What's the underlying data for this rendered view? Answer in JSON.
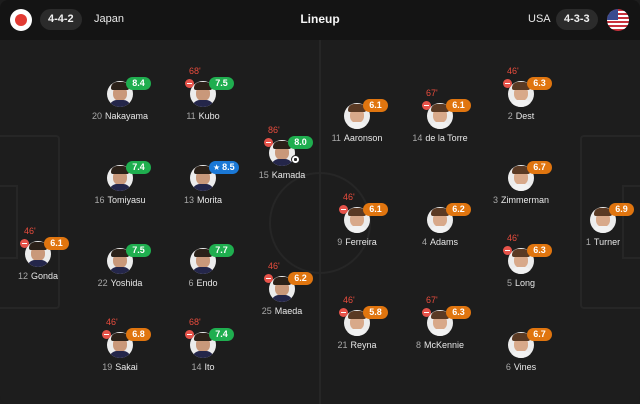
{
  "header": {
    "title": "Lineup",
    "home": {
      "name": "Japan",
      "formation": "4-4-2",
      "flag": "japan-flag"
    },
    "away": {
      "name": "USA",
      "formation": "4-3-3",
      "flag": "usa-flag"
    }
  },
  "colors": {
    "rating_high": "#1fae4f",
    "rating_mid": "#e0750f",
    "rating_top": "#1a78d6",
    "sub_off": "#e6534a"
  },
  "players": [
    {
      "id": "gonda",
      "number": "12",
      "name": "Gonda",
      "rating": "6.1",
      "tier": "orange",
      "sub_minute": "46'",
      "team": "home"
    },
    {
      "id": "nakayama",
      "number": "20",
      "name": "Nakayama",
      "rating": "8.4",
      "tier": "green",
      "team": "home"
    },
    {
      "id": "tomiyasu",
      "number": "16",
      "name": "Tomiyasu",
      "rating": "7.4",
      "tier": "green",
      "team": "home"
    },
    {
      "id": "yoshida",
      "number": "22",
      "name": "Yoshida",
      "rating": "7.5",
      "tier": "green",
      "team": "home"
    },
    {
      "id": "sakai",
      "number": "19",
      "name": "Sakai",
      "rating": "6.8",
      "tier": "orange",
      "sub_minute": "46'",
      "team": "home"
    },
    {
      "id": "kubo",
      "number": "11",
      "name": "Kubo",
      "rating": "7.5",
      "tier": "green",
      "sub_minute": "68'",
      "team": "home"
    },
    {
      "id": "morita",
      "number": "13",
      "name": "Morita",
      "rating": "8.5",
      "tier": "blue",
      "star": true,
      "team": "home"
    },
    {
      "id": "endo",
      "number": "6",
      "name": "Endo",
      "rating": "7.7",
      "tier": "green",
      "team": "home"
    },
    {
      "id": "ito",
      "number": "14",
      "name": "Ito",
      "rating": "7.4",
      "tier": "green",
      "sub_minute": "68'",
      "team": "home"
    },
    {
      "id": "kamada",
      "number": "15",
      "name": "Kamada",
      "rating": "8.0",
      "tier": "green",
      "sub_minute": "86'",
      "goal": true,
      "team": "home"
    },
    {
      "id": "maeda",
      "number": "25",
      "name": "Maeda",
      "rating": "6.2",
      "tier": "orange",
      "sub_minute": "46'",
      "team": "home"
    },
    {
      "id": "aaronson",
      "number": "11",
      "name": "Aaronson",
      "rating": "6.1",
      "tier": "orange",
      "team": "away"
    },
    {
      "id": "ferreira",
      "number": "9",
      "name": "Ferreira",
      "rating": "6.1",
      "tier": "orange",
      "sub_minute": "46'",
      "team": "away"
    },
    {
      "id": "reyna",
      "number": "21",
      "name": "Reyna",
      "rating": "5.8",
      "tier": "orange",
      "sub_minute": "46'",
      "team": "away"
    },
    {
      "id": "delatorre",
      "number": "14",
      "name": "de la Torre",
      "rating": "6.1",
      "tier": "orange",
      "sub_minute": "67'",
      "team": "away"
    },
    {
      "id": "adams",
      "number": "4",
      "name": "Adams",
      "rating": "6.2",
      "tier": "orange",
      "team": "away"
    },
    {
      "id": "mckennie",
      "number": "8",
      "name": "McKennie",
      "rating": "6.3",
      "tier": "orange",
      "sub_minute": "67'",
      "team": "away"
    },
    {
      "id": "dest",
      "number": "2",
      "name": "Dest",
      "rating": "6.3",
      "tier": "orange",
      "sub_minute": "46'",
      "team": "away"
    },
    {
      "id": "zimmerman",
      "number": "3",
      "name": "Zimmerman",
      "rating": "6.7",
      "tier": "orange",
      "team": "away"
    },
    {
      "id": "long",
      "number": "5",
      "name": "Long",
      "rating": "6.3",
      "tier": "orange",
      "sub_minute": "46'",
      "team": "away"
    },
    {
      "id": "vines",
      "number": "6",
      "name": "Vines",
      "rating": "6.7",
      "tier": "orange",
      "team": "away"
    },
    {
      "id": "turner",
      "number": "1",
      "name": "Turner",
      "rating": "6.9",
      "tier": "orange",
      "team": "away"
    }
  ]
}
